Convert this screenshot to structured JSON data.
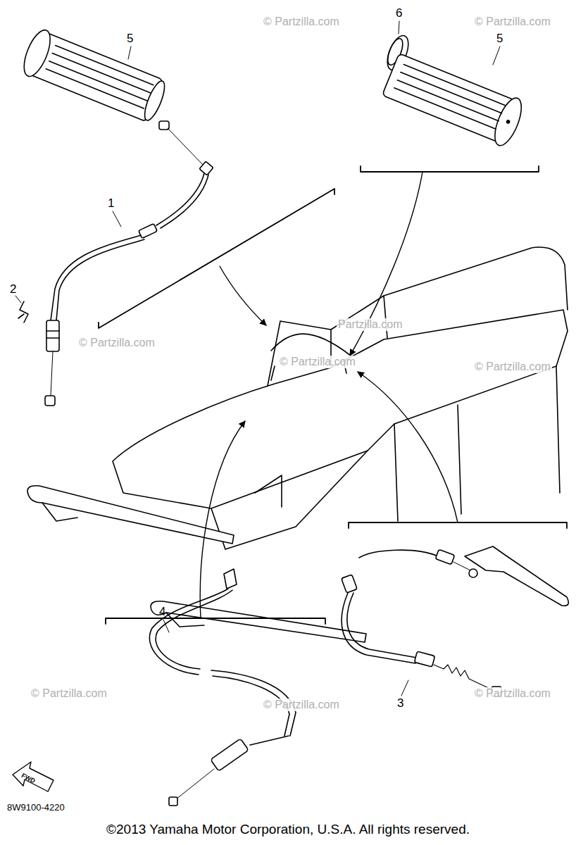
{
  "diagram": {
    "caption": "©2013 Yamaha Motor Corporation, U.S.A. All rights reserved.",
    "labels": [
      "5",
      "6",
      "5",
      "1",
      "2",
      "4",
      "3",
      "FWD",
      "8W9100-4220",
      "© Partzilla.com",
      "© Partzilla.com",
      "© Partzilla.com",
      "© Partzilla.com",
      "© Partzilla.com",
      "© Partzilla.com",
      "© Partzilla.com",
      "© Partzilla.com",
      "Partzilla.com"
    ]
  }
}
